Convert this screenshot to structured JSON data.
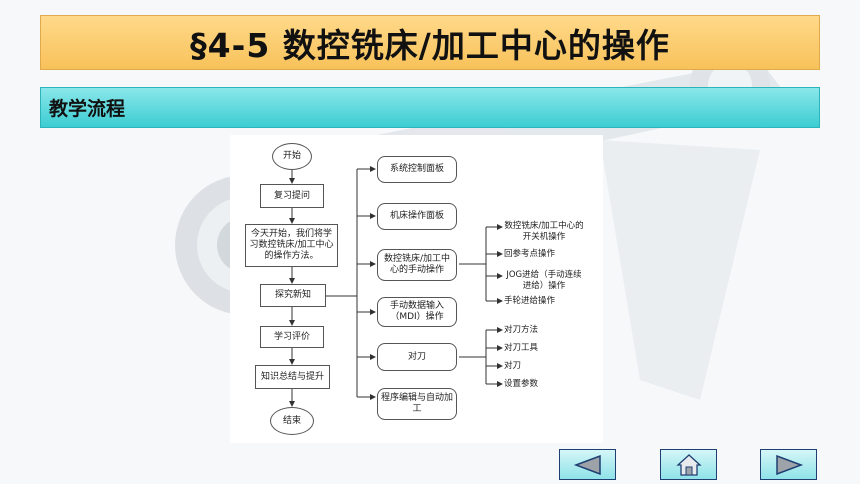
{
  "title": "§4-5  数控铣床/加工中心的操作",
  "section": "教学流程",
  "flowchart": {
    "main": [
      "开始",
      "复习提问",
      "今天开始，我们将学习数控铣床/加工中心的操作方法。",
      "探究新知",
      "学习评价",
      "知识总结与提升",
      "结束"
    ],
    "branches": [
      "系统控制面板",
      "机床操作面板",
      "数控铣床/加工中心的手动操作",
      "手动数据输入（MDI）操作",
      "对刀",
      "程序编辑与自动加工"
    ],
    "manual_ops": [
      "数控铣床/加工中心的开关机操作",
      "回参考点操作",
      "JOG进给（手动连续进给）操作",
      "手轮进给操作"
    ],
    "tool_setting": [
      "对刀方法",
      "对刀工具",
      "对刀",
      "设置参数"
    ]
  },
  "nav": {
    "prev_icon": "triangle-left-icon",
    "home_icon": "home-icon",
    "next_icon": "triangle-right-icon"
  },
  "colors": {
    "title_bg": "#f8c25a",
    "section_bg": "#3ccdd2",
    "nav_border": "#1f3f73"
  }
}
